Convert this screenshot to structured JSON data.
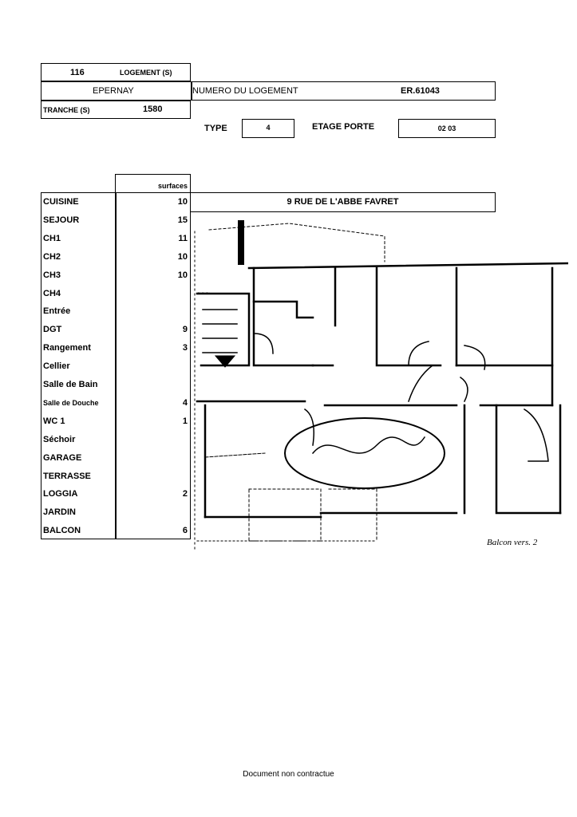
{
  "header": {
    "count": "116",
    "logement_label": "LOGEMENT (S)",
    "city": "EPERNAY",
    "numero_label": "NUMERO DU LOGEMENT",
    "numero_value": "ER.61043",
    "tranche_label": "TRANCHE (S)",
    "tranche_value": "1580",
    "type_label": "TYPE",
    "type_value": "4",
    "etage_label": "ETAGE PORTE",
    "etage_value": "02 03"
  },
  "surfaces": {
    "header": "surfaces",
    "rows": [
      {
        "label": "CUISINE",
        "value": "10"
      },
      {
        "label": "SEJOUR",
        "value": "15"
      },
      {
        "label": "CH1",
        "value": "11"
      },
      {
        "label": "CH2",
        "value": "10"
      },
      {
        "label": "CH3",
        "value": "10"
      },
      {
        "label": "CH4",
        "value": ""
      },
      {
        "label": "Entrée",
        "value": ""
      },
      {
        "label": "DGT",
        "value": "9"
      },
      {
        "label": "Rangement",
        "value": "3"
      },
      {
        "label": "Cellier",
        "value": ""
      },
      {
        "label": "Salle de Bain",
        "value": ""
      },
      {
        "label": "Salle de Douche",
        "value": "4"
      },
      {
        "label": "WC 1",
        "value": "1"
      },
      {
        "label": "Séchoir",
        "value": ""
      },
      {
        "label": "GARAGE",
        "value": ""
      },
      {
        "label": "TERRASSE",
        "value": ""
      },
      {
        "label": "LOGGIA",
        "value": "2"
      },
      {
        "label": "JARDIN",
        "value": ""
      },
      {
        "label": "BALCON",
        "value": "6"
      }
    ]
  },
  "address": "9  RUE DE L'ABBE FAVRET",
  "plan": {
    "annotation": "Balcon vers. 2"
  },
  "footer": "Document non contractue"
}
